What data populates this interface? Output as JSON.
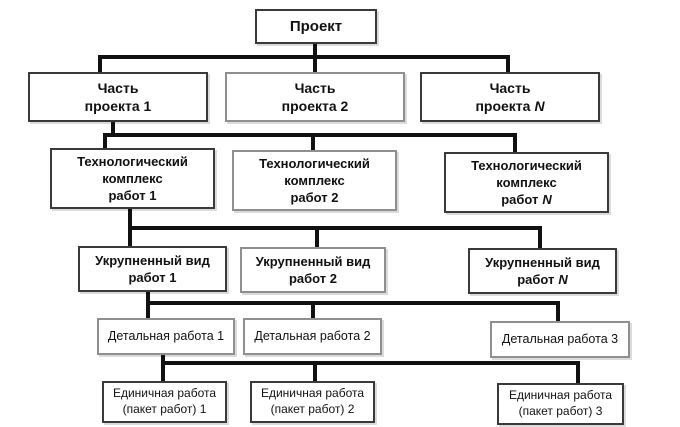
{
  "nodes": {
    "project": {
      "lines": [
        "Проект"
      ]
    },
    "part1": {
      "lines": [
        "Часть",
        "проекта 1"
      ]
    },
    "part2": {
      "lines": [
        "Часть",
        "проекта 2"
      ]
    },
    "partN": {
      "lines": [
        "Часть",
        "проекта"
      ],
      "suffix": "N"
    },
    "tech1": {
      "lines": [
        "Технологический",
        "комплекс",
        "работ 1"
      ]
    },
    "tech2": {
      "lines": [
        "Технологический",
        "комплекс",
        "работ 2"
      ]
    },
    "techN": {
      "lines": [
        "Технологический",
        "комплекс",
        "работ"
      ],
      "suffix": "N"
    },
    "vid1": {
      "lines": [
        "Укрупненный вид",
        "работ 1"
      ]
    },
    "vid2": {
      "lines": [
        "Укрупненный вид",
        "работ 2"
      ]
    },
    "vidN": {
      "lines": [
        "Укрупненный вид",
        "работ"
      ],
      "suffix": "N"
    },
    "det1": {
      "lines": [
        "Детальная работа 1"
      ]
    },
    "det2": {
      "lines": [
        "Детальная работа 2"
      ]
    },
    "det3": {
      "lines": [
        "Детальная работа 3"
      ]
    },
    "unit1": {
      "lines": [
        "Единичная работа",
        "(пакет работ) 1"
      ]
    },
    "unit2": {
      "lines": [
        "Единичная работа",
        "(пакет работ) 2"
      ]
    },
    "unit3": {
      "lines": [
        "Единичная работа",
        "(пакет работ) 3"
      ]
    }
  },
  "colors": {
    "connector": "#111111",
    "box_border_dark": "#3a3a3a",
    "box_border_light": "#8f8f8f",
    "box_background": "#ffffff",
    "text": "#111111",
    "page_background": "#ffffff"
  }
}
